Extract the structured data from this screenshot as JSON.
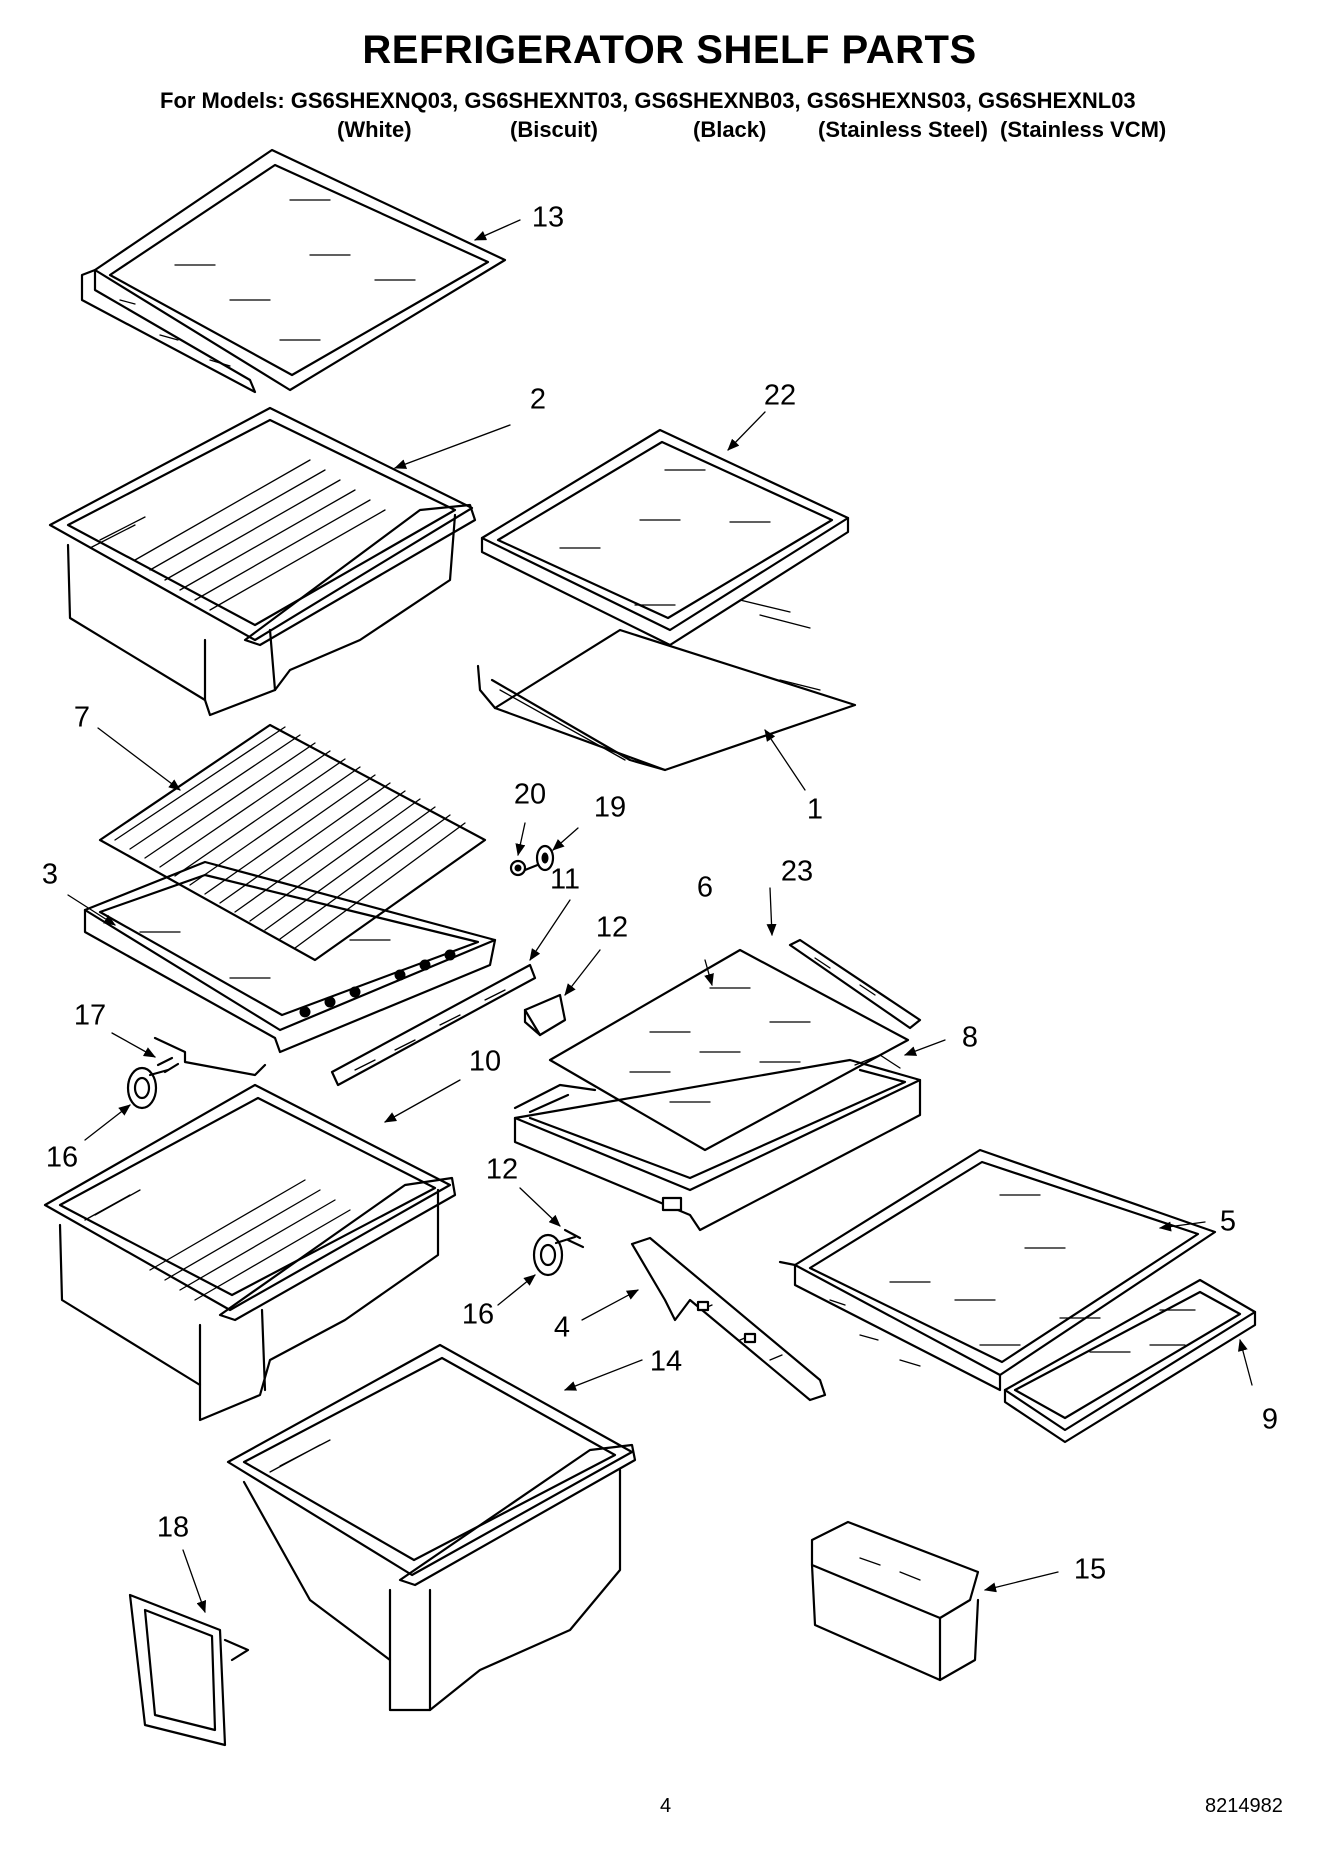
{
  "title": "REFRIGERATOR SHELF PARTS",
  "models_line": "For Models: GS6SHEXNQ03, GS6SHEXNT03, GS6SHEXNB03, GS6SHEXNS03, GS6SHEXNL03",
  "colors": [
    "(White)",
    "(Biscuit)",
    "(Black)",
    "(Stainless Steel)",
    "(Stainless VCM)"
  ],
  "callouts": [
    "13",
    "2",
    "22",
    "7",
    "1",
    "20",
    "19",
    "3",
    "11",
    "6",
    "23",
    "12",
    "17",
    "8",
    "10",
    "16",
    "12",
    "5",
    "16",
    "4",
    "14",
    "9",
    "18",
    "15"
  ],
  "footer": {
    "page_number": "4",
    "doc_number": "8214982"
  }
}
